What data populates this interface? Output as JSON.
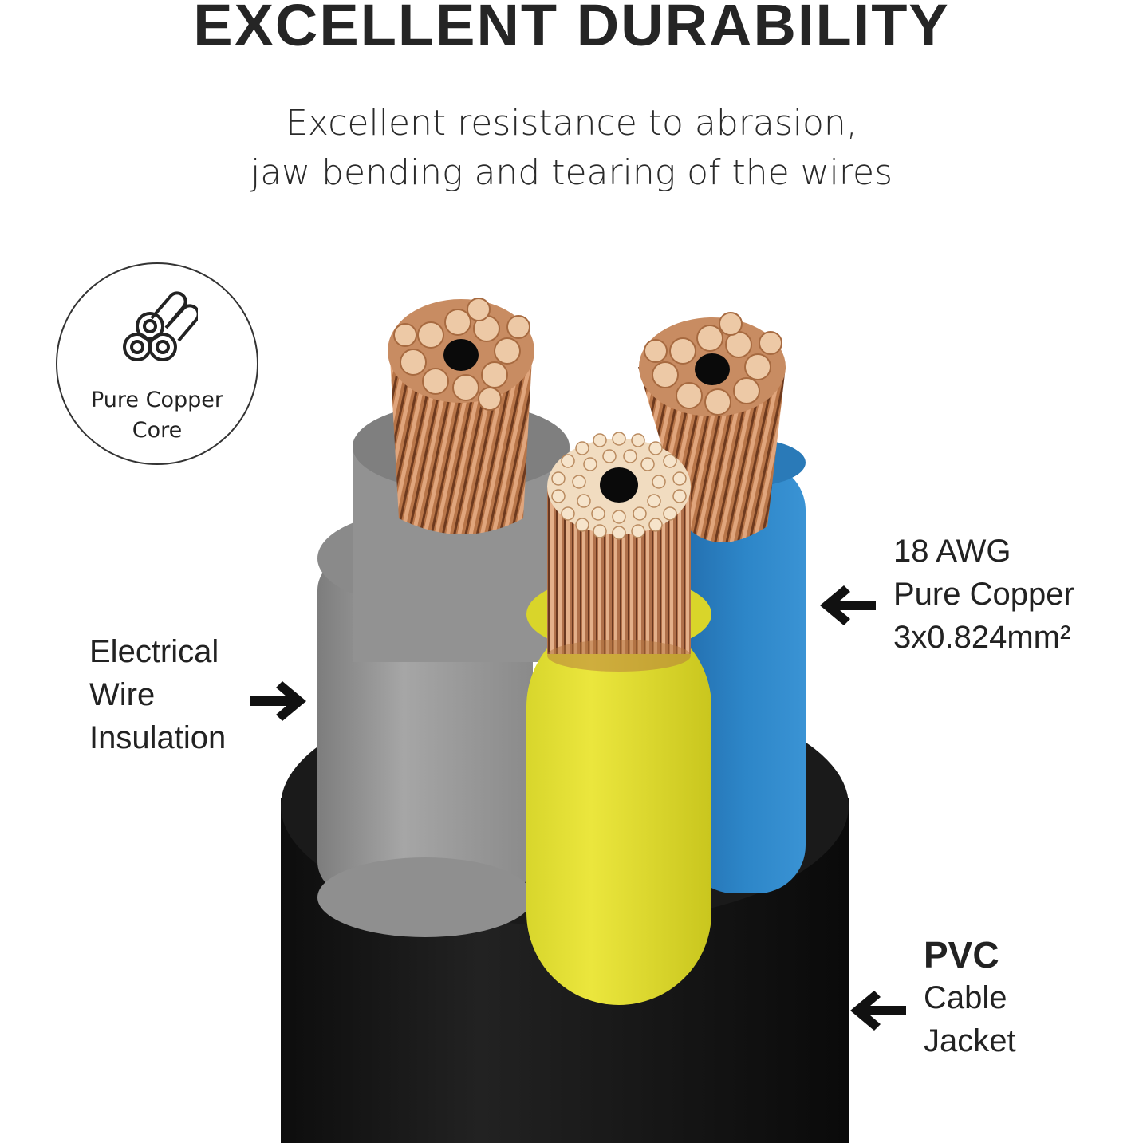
{
  "header": {
    "title": "EXCELLENT DURABILITY",
    "subtitle_line1": "Excellent resistance to abrasion,",
    "subtitle_line2": "jaw bending and tearing of the wires"
  },
  "badge": {
    "icon": "copper-rods-icon",
    "label_line1": "Pure Copper",
    "label_line2": "Core"
  },
  "callouts": {
    "insulation": {
      "line1": "Electrical",
      "line2": "Wire",
      "line3": "Insulation",
      "arrow": "arrow-right-icon"
    },
    "conductor": {
      "line1": "18 AWG",
      "line2": "Pure Copper",
      "line3": "3x0.824mm²",
      "arrow": "arrow-left-icon"
    },
    "jacket": {
      "line1": "PVC",
      "line2": "Cable",
      "line3": "Jacket",
      "arrow": "arrow-left-icon"
    }
  },
  "colors": {
    "jacket": "#141414",
    "gray_wire": "#9a9a9a",
    "yellow_wire": "#e3e133",
    "blue_wire": "#2b82c4",
    "copper": "#c98a5e",
    "text": "#222222"
  }
}
